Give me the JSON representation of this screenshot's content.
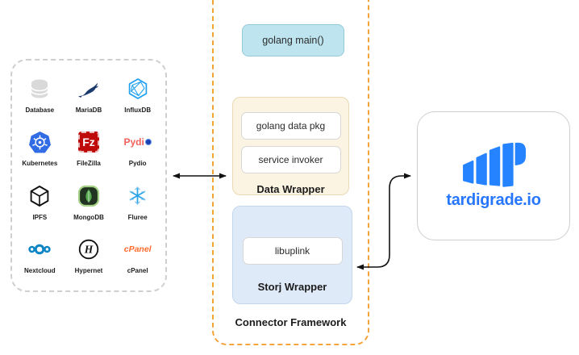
{
  "left_panel": {
    "items": [
      {
        "label": "Database",
        "icon": "database-icon"
      },
      {
        "label": "MariaDB",
        "icon": "mariadb-icon"
      },
      {
        "label": "InfluxDB",
        "icon": "influxdb-icon"
      },
      {
        "label": "Kubernetes",
        "icon": "kubernetes-icon"
      },
      {
        "label": "FileZilla",
        "icon": "filezilla-icon"
      },
      {
        "label": "Pydio",
        "icon": "pydio-icon"
      },
      {
        "label": "IPFS",
        "icon": "ipfs-icon"
      },
      {
        "label": "MongoDB",
        "icon": "mongodb-icon"
      },
      {
        "label": "Fluree",
        "icon": "fluree-icon"
      },
      {
        "label": "Nextcloud",
        "icon": "nextcloud-icon"
      },
      {
        "label": "Hypernet",
        "icon": "hypernet-icon"
      },
      {
        "label": "cPanel",
        "icon": "cpanel-icon"
      }
    ]
  },
  "framework": {
    "label": "Connector Framework",
    "golang_main": "golang main()",
    "data_wrapper": {
      "title": "Data Wrapper",
      "boxes": [
        "golang data pkg",
        "service invoker"
      ]
    },
    "storj_wrapper": {
      "title": "Storj Wrapper",
      "boxes": [
        "libuplink"
      ]
    }
  },
  "tardigrade": {
    "label": "tardigrade.io"
  },
  "colors": {
    "framework_border": "#F3A43B",
    "golang_box_bg": "#BEE5EF",
    "data_wrapper_bg": "#FBF4E2",
    "storj_wrapper_bg": "#DFEAF8",
    "tardigrade_blue": "#2683FF"
  }
}
